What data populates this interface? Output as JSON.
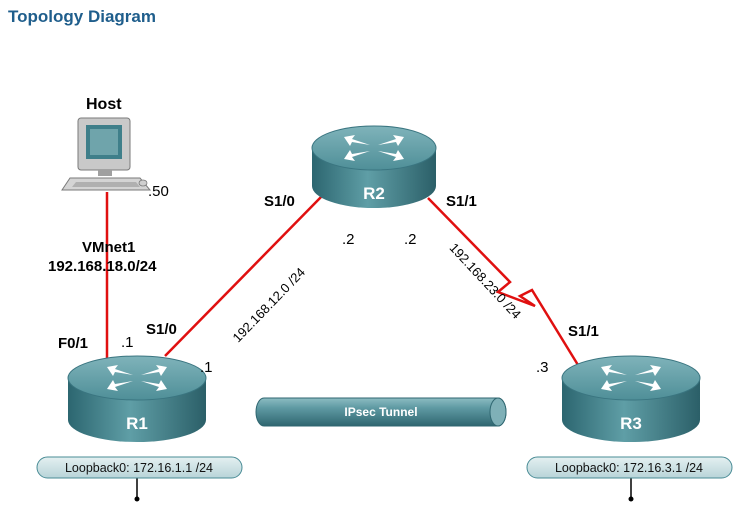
{
  "title": "Topology Diagram",
  "host": {
    "name": "Host",
    "addr": ".50"
  },
  "vmnet": {
    "name": "VMnet1",
    "network": "192.168.18.0/24"
  },
  "r1": {
    "name": "R1",
    "f01": "F0/1",
    "f01_addr": ".1",
    "s10": "S1/0",
    "s10_addr": ".1",
    "loopback": "Loopback0: 172.16.1.1 /24"
  },
  "r2": {
    "name": "R2",
    "s10": "S1/0",
    "s10_addr": ".2",
    "s11": "S1/1",
    "s11_addr": ".2"
  },
  "r3": {
    "name": "R3",
    "s11": "S1/1",
    "s11_addr": ".3",
    "loopback": "Loopback0: 172.16.3.1 /24"
  },
  "links": {
    "r1_r2_net": "192.168.12.0 /24",
    "r2_r3_net": "192.168.23.0 /24"
  },
  "tunnel": {
    "label": "IPsec Tunnel"
  },
  "colors": {
    "title": "#1f5e8c",
    "link": "#e01010",
    "router": "#4a8c96",
    "tunnel": "#3f7f8a"
  }
}
